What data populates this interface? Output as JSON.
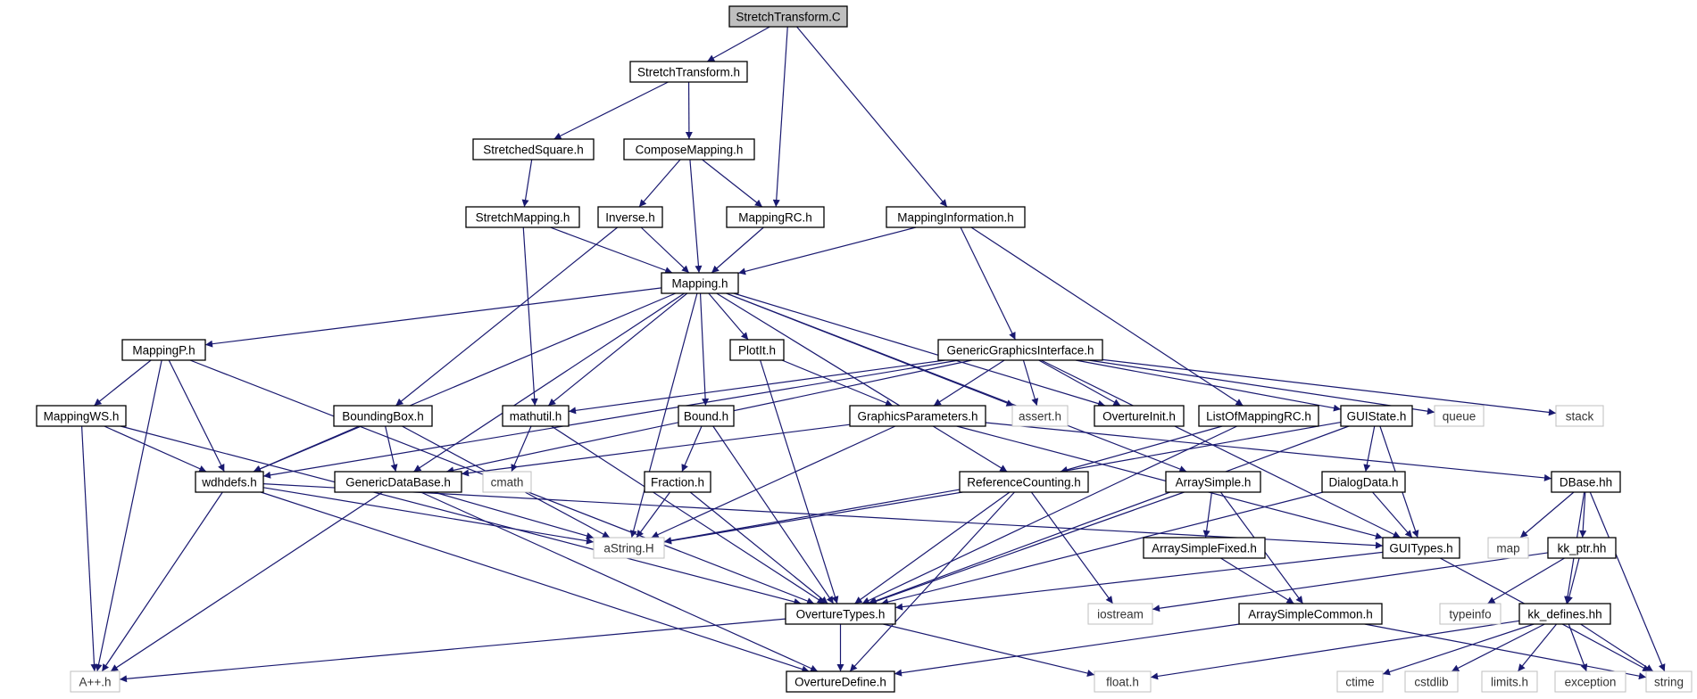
{
  "graph": {
    "root": "StretchTransform.C",
    "colors": {
      "edge": "#191970",
      "root_fill": "#bfbfbf",
      "node_border": "#000000",
      "external_border": "#bfbfbf",
      "background": "#ffffff"
    },
    "nodes": [
      {
        "id": "StretchTransform.C",
        "label": "StretchTransform.C",
        "kind": "root"
      },
      {
        "id": "StretchTransform.h",
        "label": "StretchTransform.h",
        "kind": "internal"
      },
      {
        "id": "StretchedSquare.h",
        "label": "StretchedSquare.h",
        "kind": "internal"
      },
      {
        "id": "ComposeMapping.h",
        "label": "ComposeMapping.h",
        "kind": "internal"
      },
      {
        "id": "StretchMapping.h",
        "label": "StretchMapping.h",
        "kind": "internal"
      },
      {
        "id": "Inverse.h",
        "label": "Inverse.h",
        "kind": "internal"
      },
      {
        "id": "MappingRC.h",
        "label": "MappingRC.h",
        "kind": "internal"
      },
      {
        "id": "MappingInformation.h",
        "label": "MappingInformation.h",
        "kind": "internal"
      },
      {
        "id": "Mapping.h",
        "label": "Mapping.h",
        "kind": "internal"
      },
      {
        "id": "MappingP.h",
        "label": "MappingP.h",
        "kind": "internal"
      },
      {
        "id": "PlotIt.h",
        "label": "PlotIt.h",
        "kind": "internal"
      },
      {
        "id": "GenericGraphicsInterface.h",
        "label": "GenericGraphicsInterface.h",
        "kind": "internal"
      },
      {
        "id": "MappingWS.h",
        "label": "MappingWS.h",
        "kind": "internal"
      },
      {
        "id": "BoundingBox.h",
        "label": "BoundingBox.h",
        "kind": "internal"
      },
      {
        "id": "mathutil.h",
        "label": "mathutil.h",
        "kind": "internal"
      },
      {
        "id": "Bound.h",
        "label": "Bound.h",
        "kind": "internal"
      },
      {
        "id": "GraphicsParameters.h",
        "label": "GraphicsParameters.h",
        "kind": "internal"
      },
      {
        "id": "assert.h",
        "label": "assert.h",
        "kind": "external"
      },
      {
        "id": "OvertureInit.h",
        "label": "OvertureInit.h",
        "kind": "internal"
      },
      {
        "id": "ListOfMappingRC.h",
        "label": "ListOfMappingRC.h",
        "kind": "internal"
      },
      {
        "id": "GUIState.h",
        "label": "GUIState.h",
        "kind": "internal"
      },
      {
        "id": "queue",
        "label": "queue",
        "kind": "external"
      },
      {
        "id": "stack",
        "label": "stack",
        "kind": "external"
      },
      {
        "id": "wdhdefs.h",
        "label": "wdhdefs.h",
        "kind": "internal"
      },
      {
        "id": "GenericDataBase.h",
        "label": "GenericDataBase.h",
        "kind": "internal"
      },
      {
        "id": "cmath",
        "label": "cmath",
        "kind": "external"
      },
      {
        "id": "Fraction.h",
        "label": "Fraction.h",
        "kind": "internal"
      },
      {
        "id": "ReferenceCounting.h",
        "label": "ReferenceCounting.h",
        "kind": "internal"
      },
      {
        "id": "ArraySimple.h",
        "label": "ArraySimple.h",
        "kind": "internal"
      },
      {
        "id": "DialogData.h",
        "label": "DialogData.h",
        "kind": "internal"
      },
      {
        "id": "DBase.hh",
        "label": "DBase.hh",
        "kind": "internal"
      },
      {
        "id": "aString.H",
        "label": "aString.H",
        "kind": "external"
      },
      {
        "id": "ArraySimpleFixed.h",
        "label": "ArraySimpleFixed.h",
        "kind": "internal"
      },
      {
        "id": "GUITypes.h",
        "label": "GUITypes.h",
        "kind": "internal"
      },
      {
        "id": "map",
        "label": "map",
        "kind": "external"
      },
      {
        "id": "kk_ptr.hh",
        "label": "kk_ptr.hh",
        "kind": "internal"
      },
      {
        "id": "OvertureTypes.h",
        "label": "OvertureTypes.h",
        "kind": "internal"
      },
      {
        "id": "iostream",
        "label": "iostream",
        "kind": "external"
      },
      {
        "id": "ArraySimpleCommon.h",
        "label": "ArraySimpleCommon.h",
        "kind": "internal"
      },
      {
        "id": "typeinfo",
        "label": "typeinfo",
        "kind": "external"
      },
      {
        "id": "kk_defines.hh",
        "label": "kk_defines.hh",
        "kind": "internal"
      },
      {
        "id": "A++.h",
        "label": "A++.h",
        "kind": "external"
      },
      {
        "id": "OvertureDefine.h",
        "label": "OvertureDefine.h",
        "kind": "internal"
      },
      {
        "id": "float.h",
        "label": "float.h",
        "kind": "external"
      },
      {
        "id": "ctime",
        "label": "ctime",
        "kind": "external"
      },
      {
        "id": "cstdlib",
        "label": "cstdlib",
        "kind": "external"
      },
      {
        "id": "limits.h",
        "label": "limits.h",
        "kind": "external"
      },
      {
        "id": "exception",
        "label": "exception",
        "kind": "external"
      },
      {
        "id": "string",
        "label": "string",
        "kind": "external"
      }
    ],
    "edges": [
      [
        "StretchTransform.C",
        "StretchTransform.h"
      ],
      [
        "StretchTransform.C",
        "MappingRC.h"
      ],
      [
        "StretchTransform.C",
        "MappingInformation.h"
      ],
      [
        "StretchTransform.h",
        "StretchedSquare.h"
      ],
      [
        "StretchTransform.h",
        "ComposeMapping.h"
      ],
      [
        "StretchedSquare.h",
        "StretchMapping.h"
      ],
      [
        "StretchMapping.h",
        "Mapping.h"
      ],
      [
        "StretchMapping.h",
        "mathutil.h"
      ],
      [
        "ComposeMapping.h",
        "Inverse.h"
      ],
      [
        "ComposeMapping.h",
        "Mapping.h"
      ],
      [
        "ComposeMapping.h",
        "MappingRC.h"
      ],
      [
        "Inverse.h",
        "Mapping.h"
      ],
      [
        "Inverse.h",
        "BoundingBox.h"
      ],
      [
        "MappingRC.h",
        "Mapping.h"
      ],
      [
        "MappingInformation.h",
        "Mapping.h"
      ],
      [
        "MappingInformation.h",
        "GenericGraphicsInterface.h"
      ],
      [
        "MappingInformation.h",
        "ListOfMappingRC.h"
      ],
      [
        "Mapping.h",
        "MappingP.h"
      ],
      [
        "Mapping.h",
        "wdhdefs.h"
      ],
      [
        "Mapping.h",
        "GenericDataBase.h"
      ],
      [
        "Mapping.h",
        "mathutil.h"
      ],
      [
        "Mapping.h",
        "aString.H"
      ],
      [
        "Mapping.h",
        "Bound.h"
      ],
      [
        "Mapping.h",
        "PlotIt.h"
      ],
      [
        "Mapping.h",
        "ReferenceCounting.h"
      ],
      [
        "Mapping.h",
        "assert.h"
      ],
      [
        "Mapping.h",
        "OvertureInit.h"
      ],
      [
        "Mapping.h",
        "ArraySimple.h"
      ],
      [
        "MappingP.h",
        "MappingWS.h"
      ],
      [
        "MappingP.h",
        "wdhdefs.h"
      ],
      [
        "MappingP.h",
        "OvertureTypes.h"
      ],
      [
        "MappingP.h",
        "A++.h"
      ],
      [
        "MappingWS.h",
        "wdhdefs.h"
      ],
      [
        "MappingWS.h",
        "OvertureTypes.h"
      ],
      [
        "MappingWS.h",
        "A++.h"
      ],
      [
        "PlotIt.h",
        "GraphicsParameters.h"
      ],
      [
        "PlotIt.h",
        "OvertureTypes.h"
      ],
      [
        "GenericGraphicsInterface.h",
        "wdhdefs.h"
      ],
      [
        "GenericGraphicsInterface.h",
        "GenericDataBase.h"
      ],
      [
        "GenericGraphicsInterface.h",
        "mathutil.h"
      ],
      [
        "GenericGraphicsInterface.h",
        "GraphicsParameters.h"
      ],
      [
        "GenericGraphicsInterface.h",
        "assert.h"
      ],
      [
        "GenericGraphicsInterface.h",
        "OvertureInit.h"
      ],
      [
        "GenericGraphicsInterface.h",
        "GUIState.h"
      ],
      [
        "GenericGraphicsInterface.h",
        "queue"
      ],
      [
        "GenericGraphicsInterface.h",
        "stack"
      ],
      [
        "GenericGraphicsInterface.h",
        "GUITypes.h"
      ],
      [
        "BoundingBox.h",
        "wdhdefs.h"
      ],
      [
        "BoundingBox.h",
        "GenericDataBase.h"
      ],
      [
        "BoundingBox.h",
        "aString.H"
      ],
      [
        "mathutil.h",
        "cmath"
      ],
      [
        "mathutil.h",
        "OvertureTypes.h"
      ],
      [
        "Bound.h",
        "Fraction.h"
      ],
      [
        "Bound.h",
        "OvertureTypes.h"
      ],
      [
        "GraphicsParameters.h",
        "GenericDataBase.h"
      ],
      [
        "GraphicsParameters.h",
        "aString.H"
      ],
      [
        "GraphicsParameters.h",
        "GUITypes.h"
      ],
      [
        "GraphicsParameters.h",
        "DBase.hh"
      ],
      [
        "ListOfMappingRC.h",
        "ReferenceCounting.h"
      ],
      [
        "ListOfMappingRC.h",
        "OvertureTypes.h"
      ],
      [
        "GUIState.h",
        "DialogData.h"
      ],
      [
        "GUIState.h",
        "GUITypes.h"
      ],
      [
        "GUIState.h",
        "aString.H"
      ],
      [
        "GUIState.h",
        "OvertureTypes.h"
      ],
      [
        "wdhdefs.h",
        "aString.H"
      ],
      [
        "wdhdefs.h",
        "OvertureDefine.h"
      ],
      [
        "wdhdefs.h",
        "A++.h"
      ],
      [
        "wdhdefs.h",
        "GUITypes.h"
      ],
      [
        "GenericDataBase.h",
        "aString.H"
      ],
      [
        "GenericDataBase.h",
        "A++.h"
      ],
      [
        "GenericDataBase.h",
        "OvertureDefine.h"
      ],
      [
        "Fraction.h",
        "aString.H"
      ],
      [
        "Fraction.h",
        "OvertureTypes.h"
      ],
      [
        "ReferenceCounting.h",
        "aString.H"
      ],
      [
        "ReferenceCounting.h",
        "OvertureTypes.h"
      ],
      [
        "ReferenceCounting.h",
        "OvertureDefine.h"
      ],
      [
        "ReferenceCounting.h",
        "iostream"
      ],
      [
        "ArraySimple.h",
        "ArraySimpleFixed.h"
      ],
      [
        "ArraySimple.h",
        "ArraySimpleCommon.h"
      ],
      [
        "ArraySimple.h",
        "OvertureTypes.h"
      ],
      [
        "ArraySimpleFixed.h",
        "ArraySimpleCommon.h"
      ],
      [
        "ArraySimpleCommon.h",
        "OvertureDefine.h"
      ],
      [
        "ArraySimpleCommon.h",
        "string"
      ],
      [
        "DialogData.h",
        "GUITypes.h"
      ],
      [
        "DialogData.h",
        "OvertureTypes.h"
      ],
      [
        "GUITypes.h",
        "OvertureTypes.h"
      ],
      [
        "GUITypes.h",
        "string"
      ],
      [
        "DBase.hh",
        "map"
      ],
      [
        "DBase.hh",
        "kk_ptr.hh"
      ],
      [
        "DBase.hh",
        "kk_defines.hh"
      ],
      [
        "DBase.hh",
        "string"
      ],
      [
        "kk_ptr.hh",
        "kk_defines.hh"
      ],
      [
        "kk_ptr.hh",
        "typeinfo"
      ],
      [
        "kk_ptr.hh",
        "iostream"
      ],
      [
        "kk_defines.hh",
        "ctime"
      ],
      [
        "kk_defines.hh",
        "cstdlib"
      ],
      [
        "kk_defines.hh",
        "limits.h"
      ],
      [
        "kk_defines.hh",
        "exception"
      ],
      [
        "kk_defines.hh",
        "string"
      ],
      [
        "kk_defines.hh",
        "float.h"
      ],
      [
        "OvertureTypes.h",
        "A++.h"
      ],
      [
        "OvertureTypes.h",
        "OvertureDefine.h"
      ],
      [
        "OvertureTypes.h",
        "float.h"
      ]
    ]
  }
}
